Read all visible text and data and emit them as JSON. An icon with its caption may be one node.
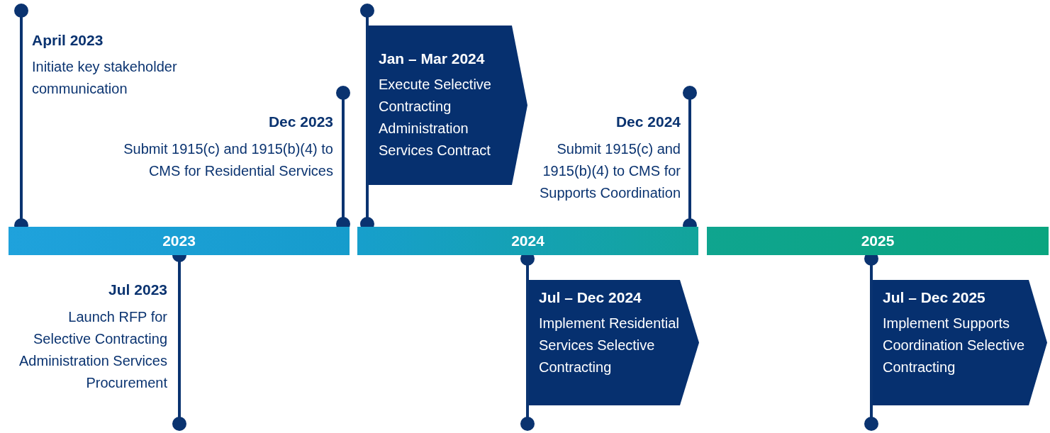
{
  "diagram": {
    "nodes": [
      {
        "text": [
          "2023"
        ]
      },
      {
        "text": [
          "2024"
        ]
      },
      {
        "text": [
          "2025"
        ]
      },
      {
        "text": [
          "Jan – Mar 2024",
          "Execute Selective Contracting Administration Services Contract"
        ]
      },
      {
        "text": [
          "Jul – Dec 2024",
          "Implement Residential Services Selective Contracting"
        ]
      },
      {
        "text": [
          "Jul – Dec 2025",
          "Implement Supports Coordination Selective Contracting"
        ]
      }
    ],
    "labels": [
      "April 2023",
      "Initiate key stakeholder communication",
      "Dec 2023",
      "Submit 1915(c) and 1915(b)(4) to CMS for Residential Services",
      "Dec 2024",
      "Submit 1915(c) and 1915(b)(4) to CMS for Supports Coordination",
      "Jul 2023",
      "Launch RFP for Selective Contracting Administration Services Procurement"
    ]
  }
}
